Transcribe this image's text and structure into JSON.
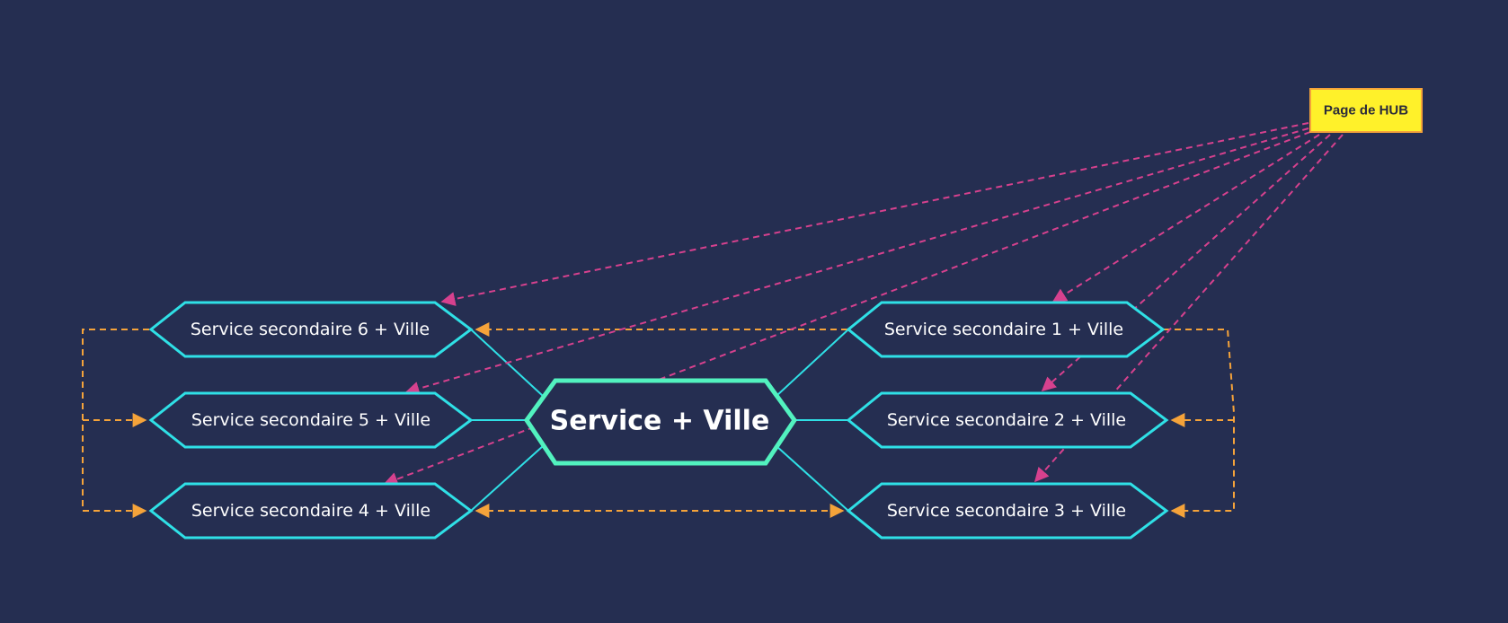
{
  "colors": {
    "background": "#252e51",
    "node_stroke": "#2fe0e6",
    "center_stroke": "#52f2bf",
    "hub_fill": "#fff12a",
    "hub_stroke": "#f5a33a",
    "hub_link": "#d6418e",
    "side_link": "#f5a33a"
  },
  "hub": {
    "label": "Page de HUB"
  },
  "center": {
    "label": "Service + Ville"
  },
  "nodes": {
    "s1": "Service secondaire 1 + Ville",
    "s2": "Service secondaire 2 + Ville",
    "s3": "Service secondaire 3 + Ville",
    "s4": "Service secondaire 4 + Ville",
    "s5": "Service secondaire 5 + Ville",
    "s6": "Service secondaire 6 + Ville"
  }
}
